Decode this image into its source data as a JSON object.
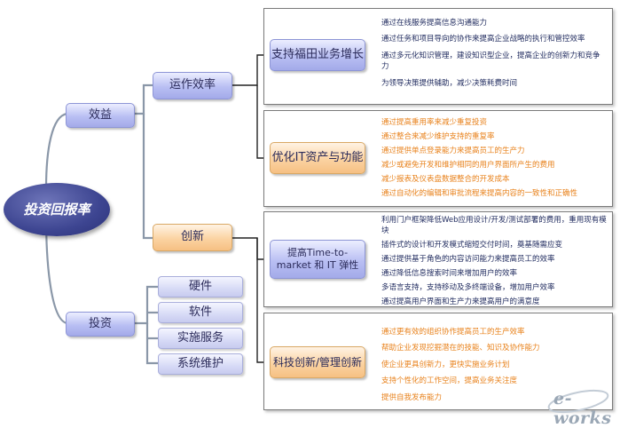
{
  "root": {
    "label": "投资回报率"
  },
  "level1": {
    "benefit": "效益",
    "investment": "投资"
  },
  "benefit_branches": {
    "efficiency": "运作效率",
    "innovation": "创新"
  },
  "investment_items": [
    "硬件",
    "软件",
    "实施服务",
    "系统维护"
  ],
  "details": {
    "business_growth": {
      "label": "支持福田业务增长",
      "points": [
        "通过在线服务提高信息沟通能力",
        "通过任务和项目导向的协作来提高企业战略的执行和管控效率",
        "通过多元化知识管理，建设知识型企业，提高企业的创新力和竞争力",
        "为领导决策提供辅助，减少决策耗费时间"
      ]
    },
    "it_optimization": {
      "label": "优化IT资产与功能",
      "points": [
        "通过提高重用率来减少重复投资",
        "通过整合来减少维护支持的重复率",
        "通过提供单点登录能力来提高员工的生产力",
        "减少或避免开发和维护相同的用户界面所产生的费用",
        "减少报表及仪表盘数据整合的开发成本",
        "通过自动化的编辑和审批流程来提高内容的一致性和正确性"
      ]
    },
    "time_to_market": {
      "label": "提高Time-to-market 和 IT 弹性",
      "points": [
        "利用门户框架降低Web应用设计/开发/测试部署的费用，重用现有模块",
        "插件式的设计和开发模式缩短交付时间，奠基随需应变",
        "通过提供基于角色的内容访问能力来提高员工的效率",
        "通过降低信息搜索时间来增加用户的效率",
        "多语言支持，支持移动及多终端设备，增加用户效率",
        "通过提高用户界面和生产力来提高用户的满意度"
      ]
    },
    "tech_innovation": {
      "label": "科技创新/管理创新",
      "points": [
        "通过更有效的组织协作提高员工的生产效率",
        "帮助企业发现挖掘潜在的技能、知识及协作能力",
        "使企业更具创新力，更快实施业务计划",
        "支持个性化的工作空间，提高业务关注度",
        "提供自我发布能力"
      ]
    }
  },
  "logo": {
    "text": "e-works"
  },
  "colors": {
    "purple_node": "#a3aae9",
    "orange_node": "#f6c083",
    "root_fill": "#3d4591",
    "connector": "#8a97a8",
    "orange_text": "#e8821c",
    "blue_text": "#1f2a5e"
  }
}
